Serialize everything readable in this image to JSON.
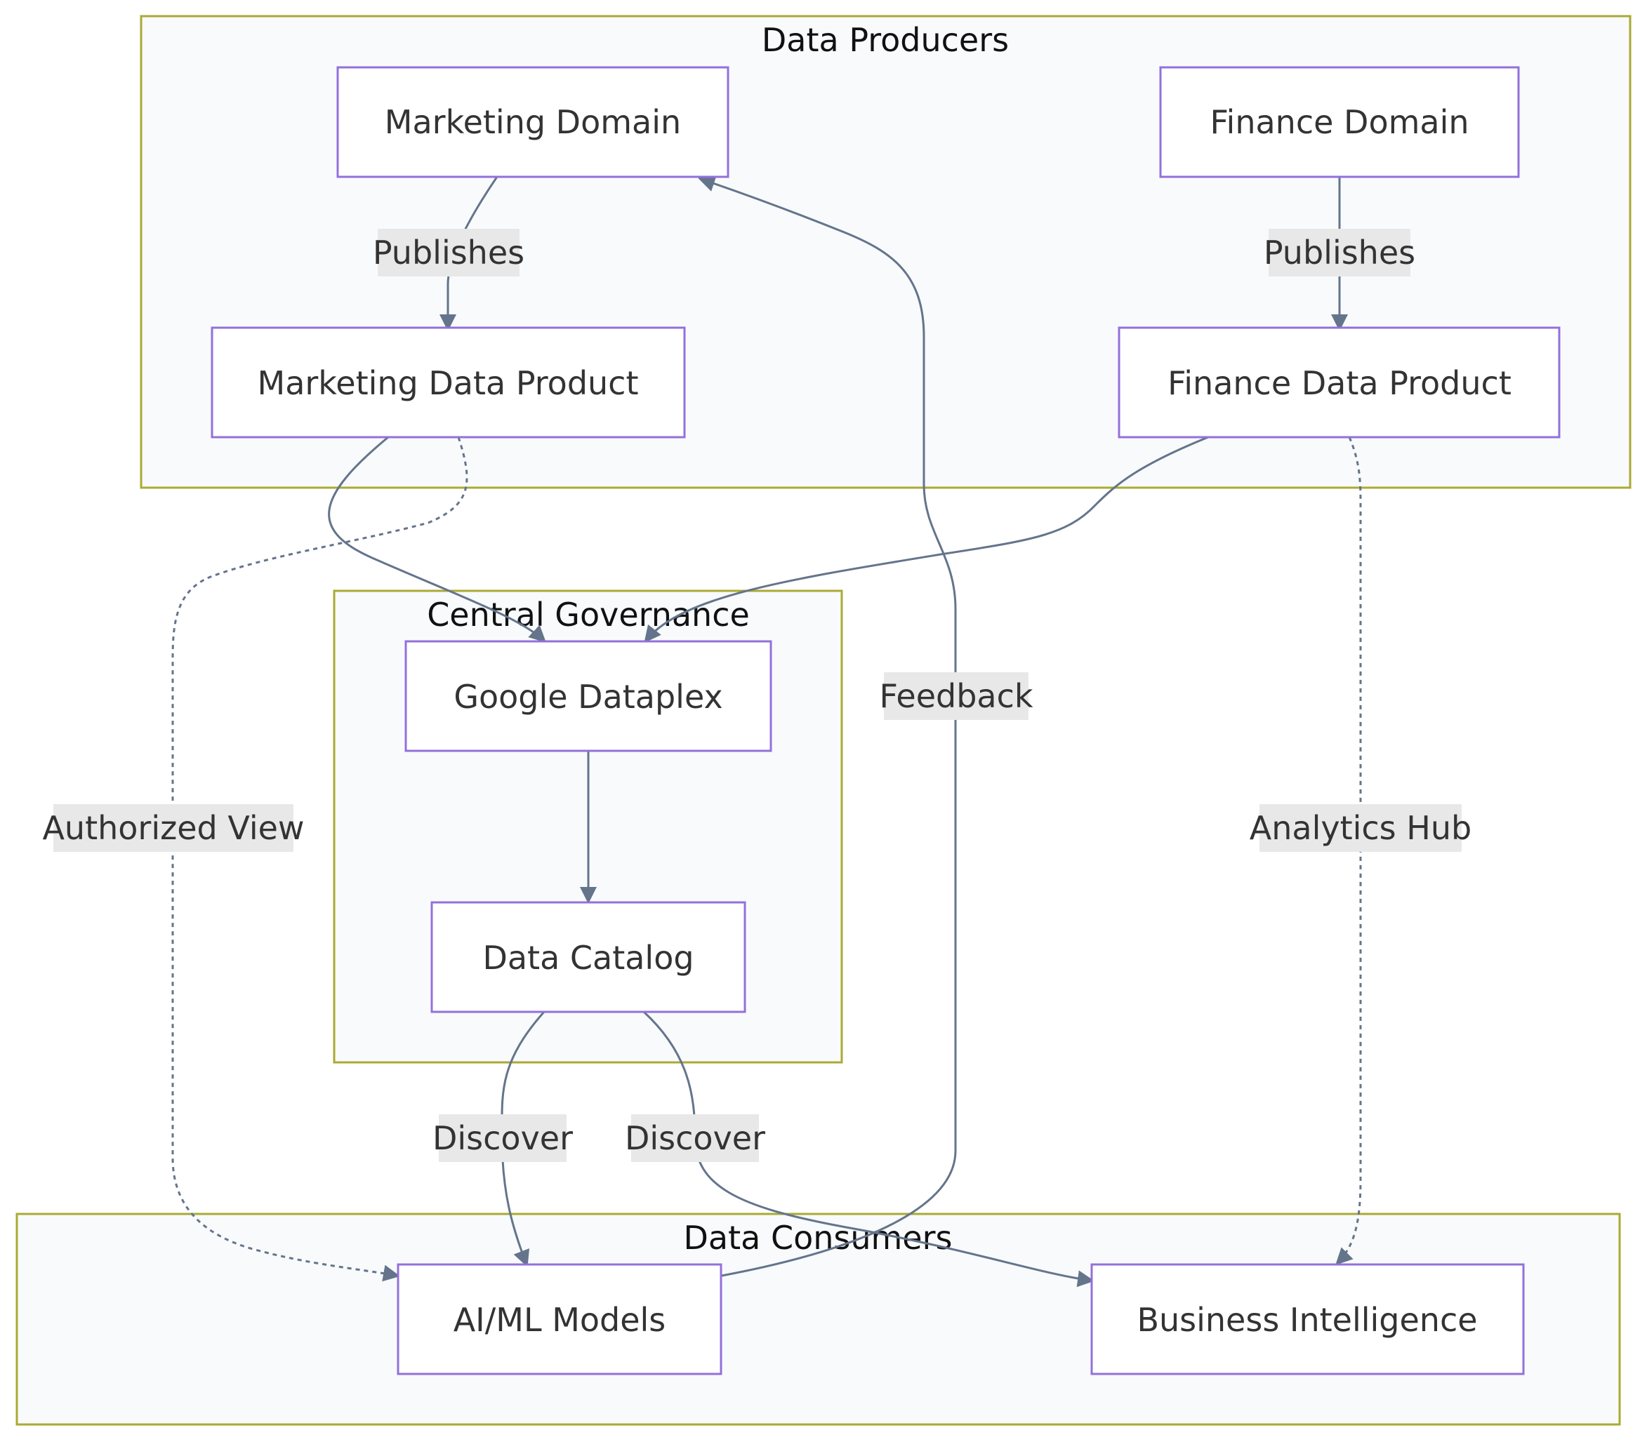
{
  "clusters": {
    "producers": {
      "title": "Data Producers"
    },
    "governance": {
      "title": "Central Governance"
    },
    "consumers": {
      "title": "Data Consumers"
    }
  },
  "nodes": {
    "marketing_domain": "Marketing Domain",
    "finance_domain": "Finance Domain",
    "marketing_product": "Marketing Data Product",
    "finance_product": "Finance Data Product",
    "dataplex": "Google Dataplex",
    "catalog": "Data Catalog",
    "aiml": "AI/ML Models",
    "bi": "Business Intelligence"
  },
  "edges": {
    "mkt_publishes": "Publishes",
    "fin_publishes": "Publishes",
    "authorized_view": "Authorized View",
    "feedback": "Feedback",
    "analytics_hub": "Analytics Hub",
    "discover_aiml": "Discover",
    "discover_bi": "Discover"
  },
  "colors": {
    "cluster_fill": "#f8fafc",
    "cluster_border": "#aaaa33",
    "node_border": "#9370db",
    "edge": "#64748b",
    "label_bg": "#e8e8e8"
  }
}
